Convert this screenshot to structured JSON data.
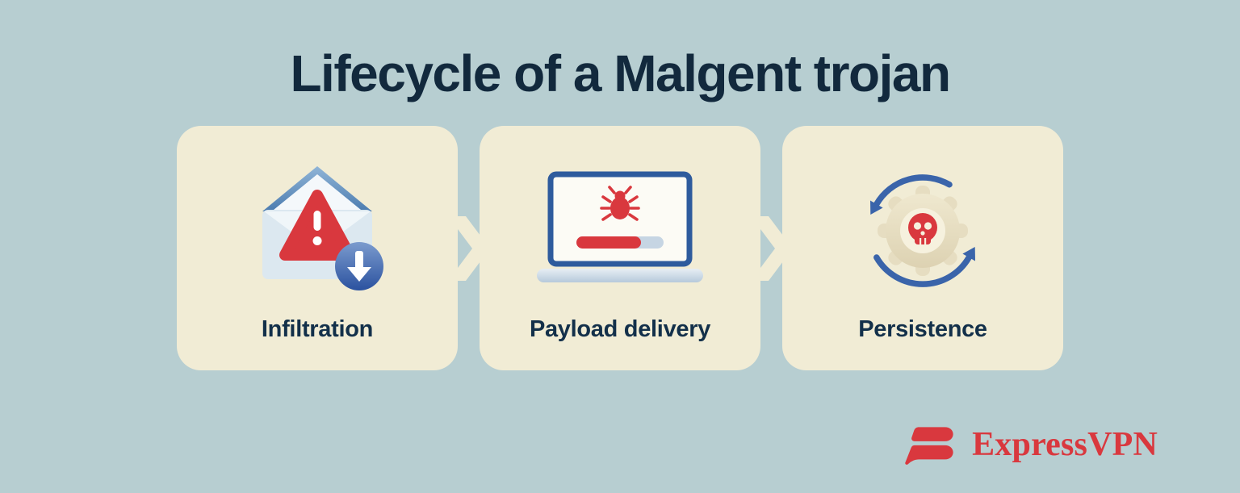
{
  "title": "Lifecycle of a Malgent trojan",
  "stages": [
    {
      "label": "Infiltration",
      "icon": "malicious-email-icon"
    },
    {
      "label": "Payload delivery",
      "icon": "infected-laptop-icon"
    },
    {
      "label": "Persistence",
      "icon": "malware-persistence-icon"
    }
  ],
  "connector_icon": "chevron-right-icon",
  "brand": {
    "wordmark": "ExpressVPN"
  },
  "colors": {
    "background": "#b7ced1",
    "card": "#f1ecd5",
    "heading": "#12293d",
    "label": "#13304a",
    "red": "#d9383e",
    "blue": "#3a64aa",
    "steel_blue": "#4c7cb0",
    "light_blue": "#dce8f0"
  }
}
